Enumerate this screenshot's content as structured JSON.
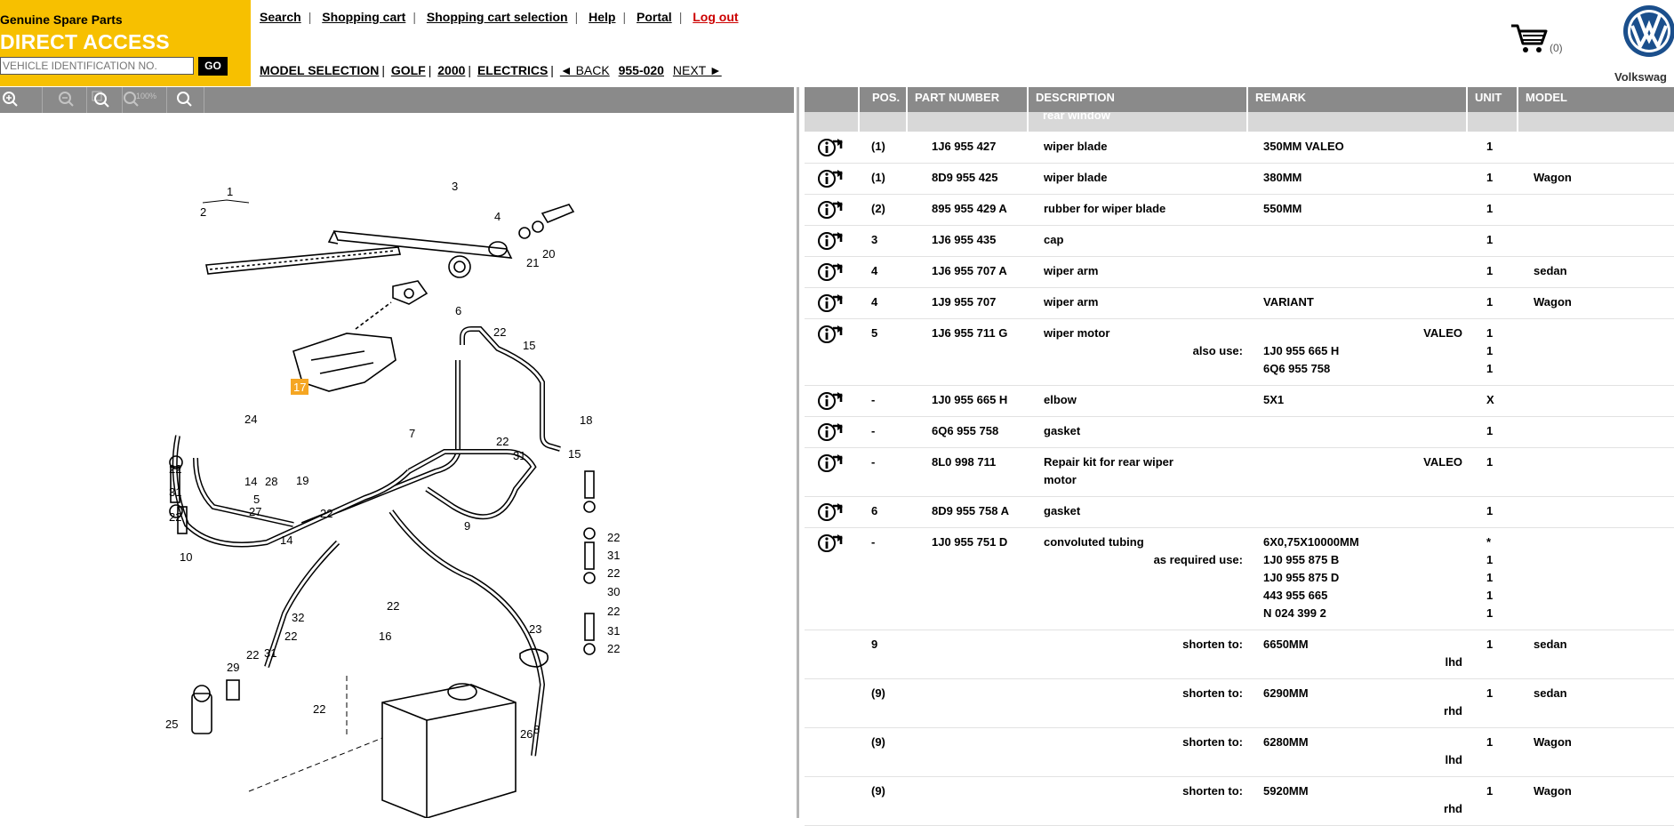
{
  "brand": {
    "genuine": "Genuine Spare Parts",
    "direct": "DIRECT ACCESS",
    "vin_placeholder": "VEHICLE IDENTIFICATION NO.",
    "go": "GO"
  },
  "toplinks": {
    "search": "Search",
    "cart": "Shopping cart",
    "cart_selection": "Shopping cart selection",
    "help": "Help",
    "portal": "Portal",
    "logout": "Log out"
  },
  "crumbs": {
    "model_selection": "MODEL SELECTION",
    "model": "GOLF",
    "year": "2000",
    "group": "ELECTRICS",
    "back": "◄ BACK",
    "code": "955-020",
    "next": "NEXT ►"
  },
  "cart": {
    "count": "(0)"
  },
  "logo": {
    "text": "Volkswag"
  },
  "colors": {
    "brand_yellow": "#f7c000",
    "header_gray": "#8a8a8a",
    "callout": "#f5a623",
    "logout_red": "#c00000"
  },
  "table": {
    "headers": {
      "pos": "POS.",
      "part": "PART NUMBER",
      "desc": "DESCRIPTION",
      "remark": "REMARK",
      "unit": "UNIT",
      "model": "MODEL"
    },
    "subheader": "rear window",
    "rows": [
      {
        "pos": "(1)",
        "part": "1J6 955 427",
        "desc": "wiper blade",
        "remark": "350MM    VALEO",
        "unit": "1",
        "model": ""
      },
      {
        "pos": "(1)",
        "part": "8D9 955 425",
        "desc": "wiper blade",
        "remark": "380MM",
        "unit": "1",
        "model": "Wagon"
      },
      {
        "pos": "(2)",
        "part": "895 955 429 A",
        "desc": "rubber for wiper blade",
        "remark": "550MM",
        "unit": "1",
        "model": ""
      },
      {
        "pos": "3",
        "part": "1J6 955 435",
        "desc": "cap",
        "remark": "",
        "unit": "1",
        "model": ""
      },
      {
        "pos": "4",
        "part": "1J6 955 707 A",
        "desc": "wiper arm",
        "remark": "",
        "unit": "1",
        "model": "sedan"
      },
      {
        "pos": "4",
        "part": "1J9 955 707",
        "desc": "wiper arm",
        "remark": "VARIANT",
        "unit": "1",
        "model": "Wagon"
      },
      {
        "pos": "5",
        "part": "1J6 955 711 G",
        "desc": "wiper motor",
        "remark": "",
        "remark_right": "VALEO",
        "unit": "1",
        "model": "",
        "extra_label": "also use:",
        "extra": [
          {
            "text": "1J0 955 665 H",
            "unit": "1"
          },
          {
            "text": "6Q6 955 758",
            "unit": "1"
          }
        ]
      },
      {
        "pos": "-",
        "part": "1J0 955 665 H",
        "desc": "elbow",
        "remark": "5X1",
        "unit": "X",
        "model": ""
      },
      {
        "pos": "-",
        "part": "6Q6 955 758",
        "desc": "gasket",
        "remark": "",
        "unit": "1",
        "model": ""
      },
      {
        "pos": "-",
        "part": "8L0 998 711",
        "desc": "Repair kit for rear wiper",
        "desc2": "motor",
        "remark": "",
        "remark_right": "VALEO",
        "unit": "1",
        "model": ""
      },
      {
        "pos": "6",
        "part": "8D9 955 758 A",
        "desc": "gasket",
        "remark": "",
        "unit": "1",
        "model": ""
      },
      {
        "pos": "-",
        "part": "1J0 955 751 D",
        "desc": "convoluted tubing",
        "remark": "6X0,75X10000MM",
        "unit": "*",
        "model": "",
        "extra_label": "as required use:",
        "extra": [
          {
            "text": "1J0 955 875 B",
            "unit": "1"
          },
          {
            "text": "1J0 955 875 D",
            "unit": "1"
          },
          {
            "text": "443 955 665",
            "unit": "1"
          },
          {
            "text": "N   024 399 2",
            "unit": "1"
          }
        ]
      },
      {
        "pos": "9",
        "label": "shorten to:",
        "remark": "6650MM",
        "sub": "lhd",
        "unit": "1",
        "model": "sedan"
      },
      {
        "pos": "(9)",
        "label": "shorten to:",
        "remark": "6290MM",
        "sub": "rhd",
        "unit": "1",
        "model": "sedan"
      },
      {
        "pos": "(9)",
        "label": "shorten to:",
        "remark": "6280MM",
        "sub": "lhd",
        "unit": "1",
        "model": "Wagon"
      },
      {
        "pos": "(9)",
        "label": "shorten to:",
        "remark": "5920MM",
        "sub": "rhd",
        "unit": "1",
        "model": "Wagon"
      }
    ]
  },
  "diagram": {
    "callouts": [
      "1",
      "2",
      "3",
      "4",
      "21",
      "20",
      "6",
      "22",
      "15",
      "24",
      "18",
      "22",
      "31",
      "22",
      "15",
      "28",
      "19",
      "7",
      "17",
      "14",
      "5",
      "31",
      "27",
      "22",
      "22",
      "9",
      "10",
      "14",
      "32",
      "22",
      "31",
      "22",
      "30",
      "22",
      "31",
      "22",
      "16",
      "23",
      "22",
      "31",
      "22",
      "29",
      "22",
      "25",
      "26",
      "8"
    ],
    "highlight": "17"
  }
}
